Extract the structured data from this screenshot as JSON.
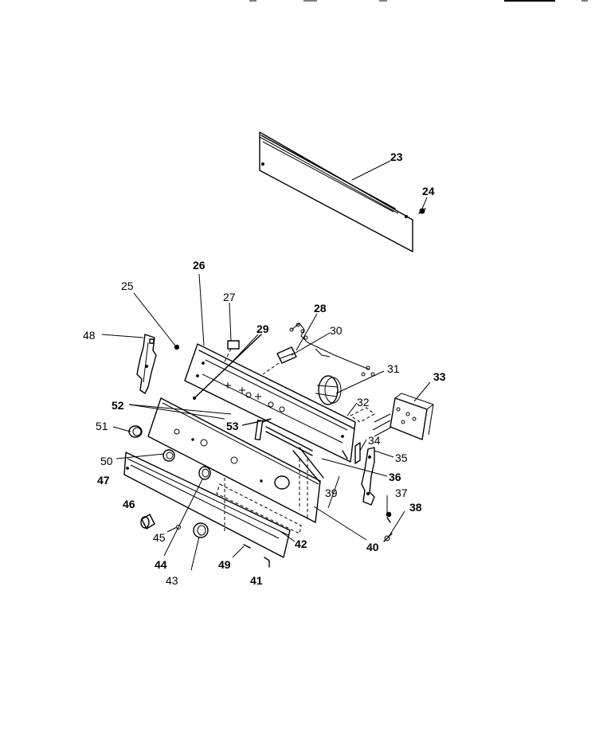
{
  "callouts": [
    {
      "id": "23",
      "text": "23",
      "bold": true
    },
    {
      "id": "24",
      "text": "24",
      "bold": true
    },
    {
      "id": "25",
      "text": "25",
      "bold": false
    },
    {
      "id": "26",
      "text": "26",
      "bold": true
    },
    {
      "id": "27",
      "text": "27",
      "bold": false
    },
    {
      "id": "28",
      "text": "28",
      "bold": true
    },
    {
      "id": "29",
      "text": "29",
      "bold": true
    },
    {
      "id": "30",
      "text": "30",
      "bold": false
    },
    {
      "id": "31",
      "text": "31",
      "bold": false
    },
    {
      "id": "32",
      "text": "32",
      "bold": false
    },
    {
      "id": "33",
      "text": "33",
      "bold": true
    },
    {
      "id": "34",
      "text": "34",
      "bold": false
    },
    {
      "id": "35",
      "text": "35",
      "bold": false
    },
    {
      "id": "36",
      "text": "36",
      "bold": true
    },
    {
      "id": "37",
      "text": "37",
      "bold": false
    },
    {
      "id": "38",
      "text": "38",
      "bold": true
    },
    {
      "id": "39",
      "text": "39",
      "bold": false
    },
    {
      "id": "40",
      "text": "40",
      "bold": true
    },
    {
      "id": "41",
      "text": "41",
      "bold": true
    },
    {
      "id": "42",
      "text": "42",
      "bold": true
    },
    {
      "id": "43",
      "text": "43",
      "bold": false
    },
    {
      "id": "44",
      "text": "44",
      "bold": true
    },
    {
      "id": "45",
      "text": "45",
      "bold": false
    },
    {
      "id": "46",
      "text": "46",
      "bold": true
    },
    {
      "id": "47",
      "text": "47",
      "bold": true
    },
    {
      "id": "48",
      "text": "48",
      "bold": false
    },
    {
      "id": "49",
      "text": "49",
      "bold": true
    },
    {
      "id": "50",
      "text": "50",
      "bold": false
    },
    {
      "id": "51",
      "text": "51",
      "bold": false
    },
    {
      "id": "52",
      "text": "52",
      "bold": true
    },
    {
      "id": "53",
      "text": "53",
      "bold": true
    }
  ]
}
